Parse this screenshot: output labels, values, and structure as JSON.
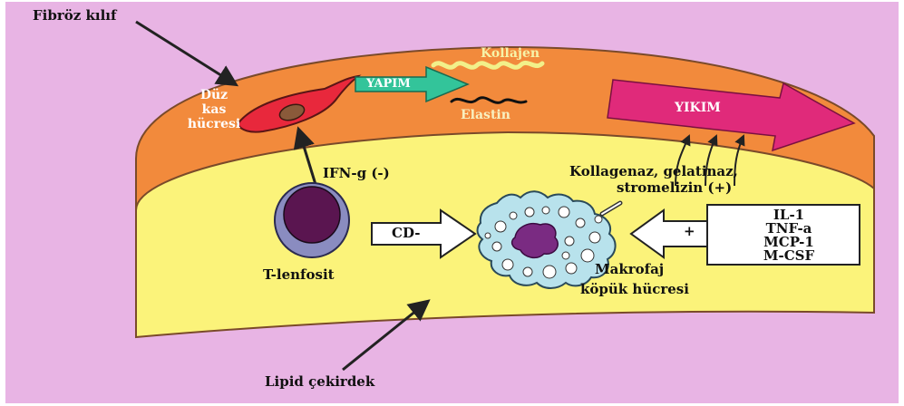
{
  "labels": {
    "fibrous_cap": "Fibröz kılıf",
    "smooth_muscle_cell": [
      "Düz",
      "kas",
      "hücresi"
    ],
    "synthesis": "YAPIM",
    "collagen": "Kollajen",
    "elastin": "Elastin",
    "degradation": "YIKIM",
    "ifn": "IFN-g (-)",
    "enzymes_line1": "Kollagenaz, gelatinaz,",
    "enzymes_line2": "stromelizin (+)",
    "cd": "CD-",
    "t_lymphocyte": "T-lenfosit",
    "macrophage_line1": "Makrofaj",
    "macrophage_line2": "köpük hücresi",
    "cytokines": [
      "IL-1",
      "TNF-a",
      "MCP-1",
      "M-CSF"
    ],
    "plus": "+",
    "lipid_core": "Lipid çekirdek"
  },
  "icons": [
    "t-lymphocyte-cell",
    "macrophage-foam-cell",
    "smooth-muscle-cell",
    "collagen-fiber",
    "elastin-fiber"
  ],
  "colors": {
    "background": "#e8b4e4",
    "fibrous_cap": "#f28a3c",
    "lipid_core": "#fbf37a",
    "smooth_muscle": "#e8283c",
    "synthesis_arrow": "#33c49a",
    "degradation_arrow": "#e02a7a",
    "t_cell_ring": "#8a8cc0",
    "t_cell_nucleus": "#5a1550",
    "macrophage": "#b8e2ec",
    "macrophage_nucleus": "#7a2b82"
  }
}
